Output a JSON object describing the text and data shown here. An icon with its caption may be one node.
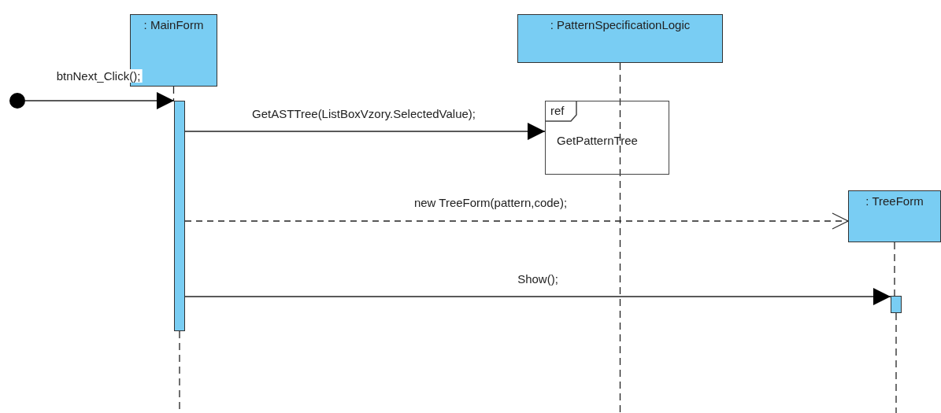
{
  "diagram": {
    "nodes": [
      {
        "text": [
          ": MainForm"
        ]
      },
      {
        "text": [
          ": PatternSpecificationLogic"
        ]
      },
      {
        "text": [
          ": TreeForm"
        ]
      },
      {
        "text": [],
        "shape": "circle"
      },
      {
        "text": [],
        "shape": "bar"
      },
      {
        "text": [
          "ref",
          "GetPatternTree"
        ]
      },
      {
        "text": [],
        "shape": "bar"
      }
    ],
    "edges": [
      {
        "from": 0,
        "to": 4,
        "arrow": "none",
        "style": "dashed"
      },
      {
        "from": 1,
        "to": null,
        "arrow": "none",
        "style": "dashed"
      },
      {
        "from": 2,
        "to": 6,
        "arrow": "none",
        "style": "dashed"
      },
      {
        "from": 3,
        "to": 4,
        "arrow": "to",
        "label": "btnNext_Click();"
      },
      {
        "from": 4,
        "to": 5,
        "arrow": "to",
        "label": "GetASTTree(ListBoxVzory.SelectedValue);"
      },
      {
        "from": 4,
        "to": 2,
        "arrow": "to",
        "label": "new TreeForm(pattern,code);",
        "style": "dashed"
      },
      {
        "from": 4,
        "to": 6,
        "arrow": "to",
        "label": "Show();"
      }
    ]
  }
}
